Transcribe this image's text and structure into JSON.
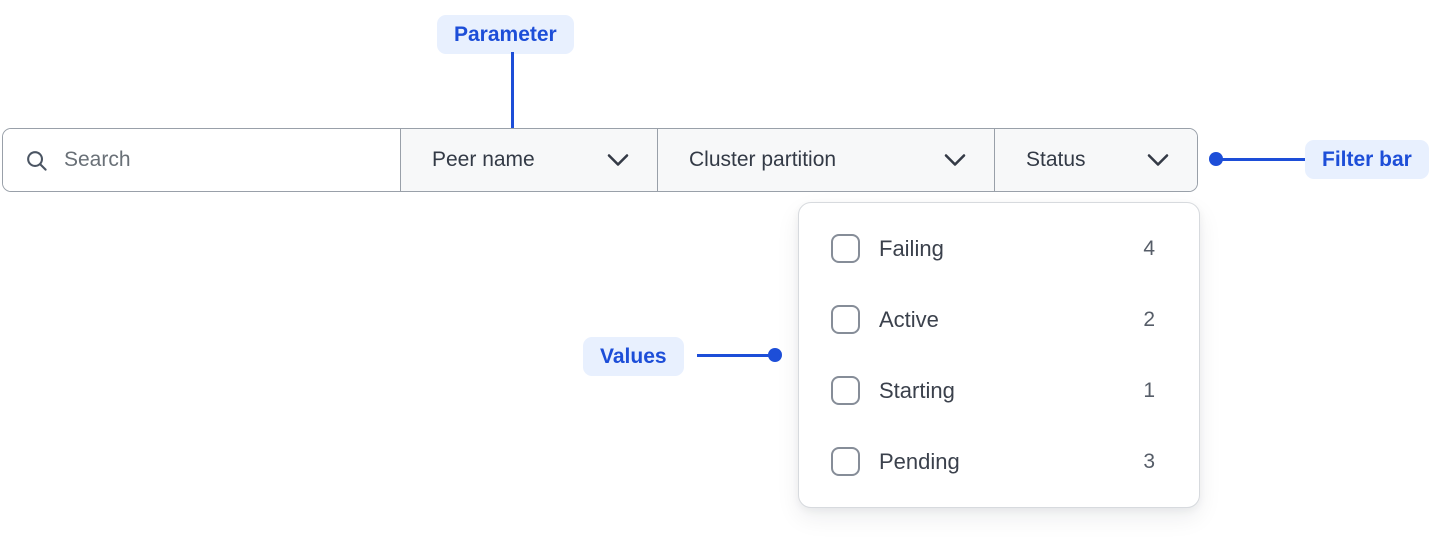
{
  "annotations": {
    "parameter_label": "Parameter",
    "filter_bar_label": "Filter bar",
    "values_label": "Values"
  },
  "filter_bar": {
    "search_placeholder": "Search",
    "dropdowns": [
      {
        "label": "Peer name"
      },
      {
        "label": "Cluster partition"
      },
      {
        "label": "Status"
      }
    ]
  },
  "status_dropdown": {
    "options": [
      {
        "label": "Failing",
        "count": "4",
        "checked": false
      },
      {
        "label": "Active",
        "count": "2",
        "checked": false
      },
      {
        "label": "Starting",
        "count": "1",
        "checked": false
      },
      {
        "label": "Pending",
        "count": "3",
        "checked": false
      }
    ]
  },
  "colors": {
    "accent": "#1d4ed8",
    "pill_bg": "#e8f0fe",
    "bar_border": "#99a0a9",
    "section_bg": "#f7f8f9",
    "panel_border": "#d7dade"
  }
}
